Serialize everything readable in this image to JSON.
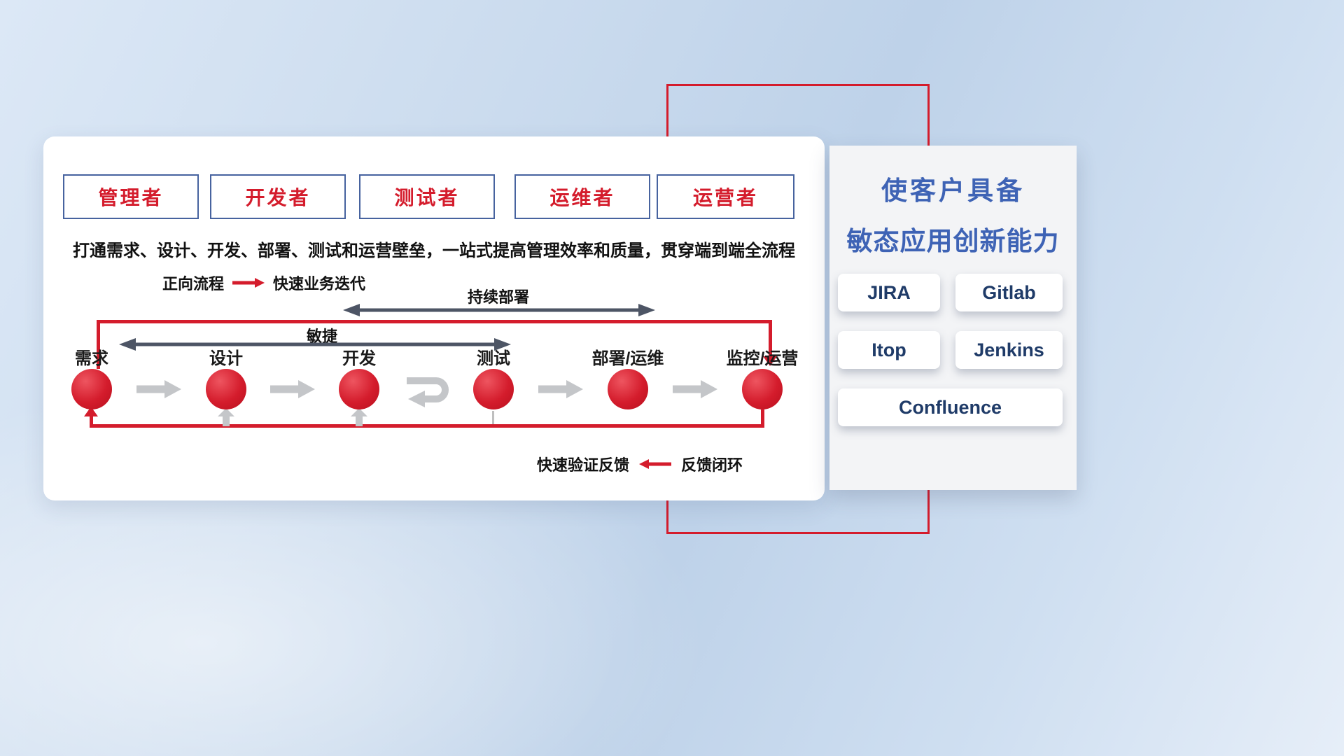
{
  "colors": {
    "brand_red": "#d41c2c",
    "title_blue": "#3e63b5",
    "tool_navy": "#1f3b68",
    "arrow_dark": "#4d5565",
    "arrow_light": "#c4c6c9",
    "role_border_blue": "#47639f"
  },
  "roles": [
    "管理者",
    "开发者",
    "测试者",
    "运维者",
    "运营者"
  ],
  "subtitle": "打通需求、设计、开发、部署、测试和运营壁垒，一站式提高管理效率和质量，贯穿端到端全流程",
  "forward_legend": {
    "label": "正向流程",
    "desc": "快速业务迭代"
  },
  "feedback_legend": {
    "label": "快速验证反馈",
    "desc": "反馈闭环"
  },
  "span_labels": {
    "continuous_deployment": "持续部署",
    "agile": "敏捷"
  },
  "stages": [
    "需求",
    "设计",
    "开发",
    "测试",
    "部署/运维",
    "监控/运营"
  ],
  "right_panel": {
    "title_line1": "使客户具备",
    "title_line2": "敏态应用创新能力",
    "tools": [
      "JIRA",
      "Gitlab",
      "Itop",
      "Jenkins",
      "Confluence"
    ]
  },
  "icons": {
    "forward_arrow": "→",
    "feedback_arrow": "←",
    "double_headed_arrow": "↔",
    "iteration_loop": "⟲",
    "flow_arrow": "➜"
  }
}
